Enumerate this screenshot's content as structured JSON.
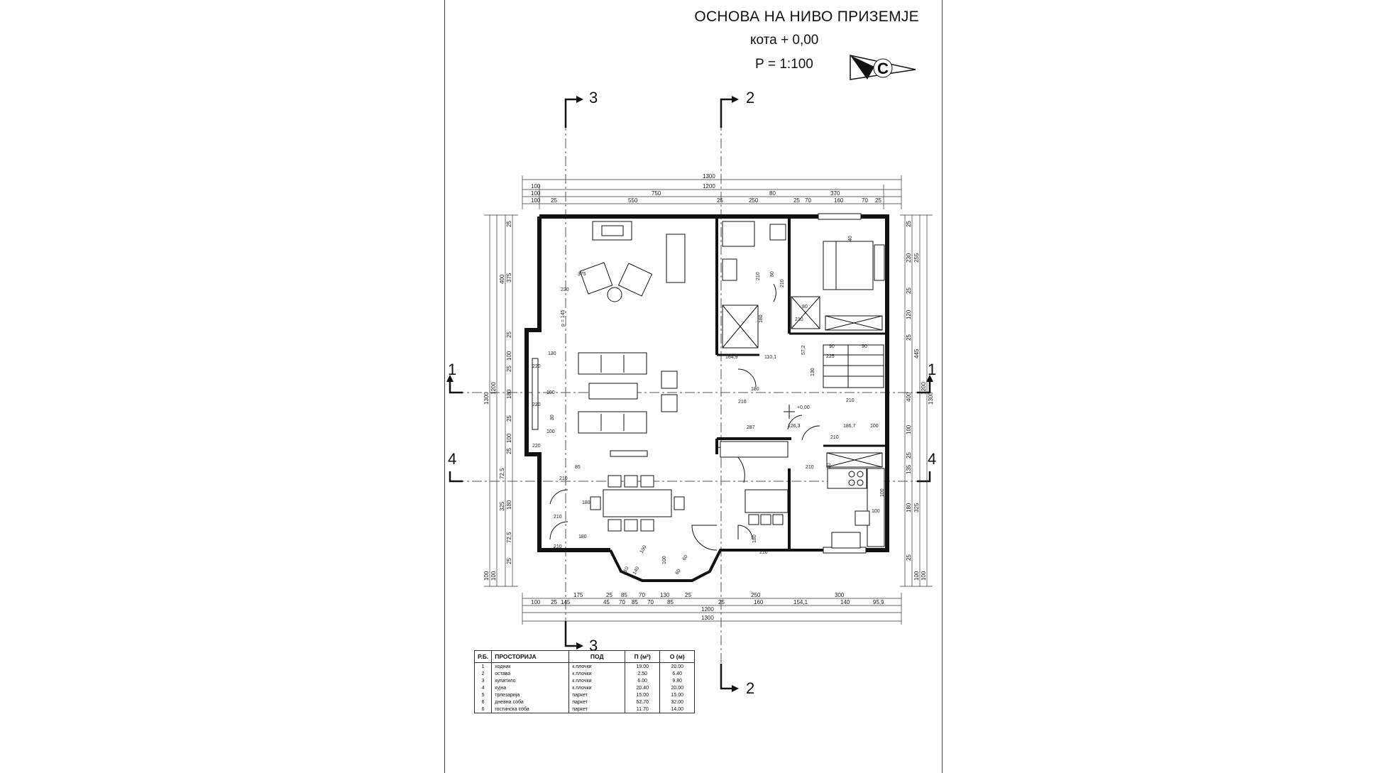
{
  "header": {
    "title": "ОСНОВА НА НИВО ПРИЗЕМЈЕ",
    "level": "кота + 0,00",
    "scale": "Р = 1:100",
    "north_label": "С"
  },
  "sections": {
    "s3": "3",
    "s2": "2",
    "s1": "1",
    "s4": "4"
  },
  "elevation_mark": "+0,00",
  "top_dims": {
    "total": "1300",
    "inner": "1200",
    "row2": [
      "100",
      "750",
      "80",
      "370"
    ],
    "row3": [
      "100",
      "25",
      "550",
      "25",
      "250",
      "25",
      "70",
      "160",
      "70",
      "25"
    ],
    "row1_left": "100"
  },
  "bottom_dims": {
    "row1": [
      "175",
      "25",
      "85",
      "70",
      "130",
      "25",
      "250",
      "300"
    ],
    "row2": [
      "100",
      "25",
      "145",
      "45",
      "70",
      "85",
      "70",
      "85",
      "25",
      "160",
      "154,1",
      "140",
      "95,9"
    ],
    "inner": "1200",
    "total": "1300"
  },
  "left_dims": {
    "total": "1300",
    "inner": "1200",
    "col": [
      "25",
      "375",
      "25",
      "100",
      "25",
      "180",
      "25",
      "100",
      "25",
      "325",
      "180",
      "72,5",
      "25",
      "100",
      "100"
    ],
    "col_b": [
      "400",
      "72,5"
    ]
  },
  "right_dims": {
    "total": "1300",
    "inner": "1200",
    "col": [
      "25",
      "230",
      "25",
      "120",
      "25",
      "445",
      "400",
      "100",
      "25",
      "135",
      "325",
      "180",
      "25",
      "100",
      "100"
    ],
    "col_b": [
      "255"
    ]
  },
  "interior_labels": [
    "375",
    "230",
    "p = 145",
    "130",
    "220",
    "100",
    "220",
    "100",
    "220",
    "210",
    "85",
    "210",
    "180",
    "210",
    "180",
    "210",
    "100",
    "140",
    "100",
    "60",
    "60",
    "80",
    "210",
    "180",
    "210",
    "164,9",
    "110,1",
    "180",
    "210",
    "287",
    "126,3",
    "186,7",
    "100",
    "210",
    "90",
    "90",
    "57,2",
    "225",
    "130",
    "210",
    "80",
    "210",
    "40",
    "30",
    "30",
    "210",
    "100",
    "180",
    "210",
    "100"
  ],
  "room_table": {
    "headers": [
      "Р.Б.",
      "ПРОСТОРИЈА",
      "ПОД",
      "П (м²)",
      "О (м)"
    ],
    "rows": [
      [
        "1",
        "ходник",
        "к.плочки",
        "19.00",
        "20.00"
      ],
      [
        "2",
        "остава",
        "к.плочки",
        "2.50",
        "6.40"
      ],
      [
        "3",
        "купатило",
        "к.плочки",
        "6.00",
        "9.80"
      ],
      [
        "4",
        "кујна",
        "к.плочки",
        "20.40",
        "20.00"
      ],
      [
        "5",
        "трпезарија",
        "паркет",
        "15.00",
        "15.00"
      ],
      [
        "6",
        "дневна соба",
        "паркет",
        "52.70",
        "32.00"
      ],
      [
        "6",
        "гостинска соба",
        "паркет",
        "11.70",
        "14.00"
      ]
    ]
  }
}
